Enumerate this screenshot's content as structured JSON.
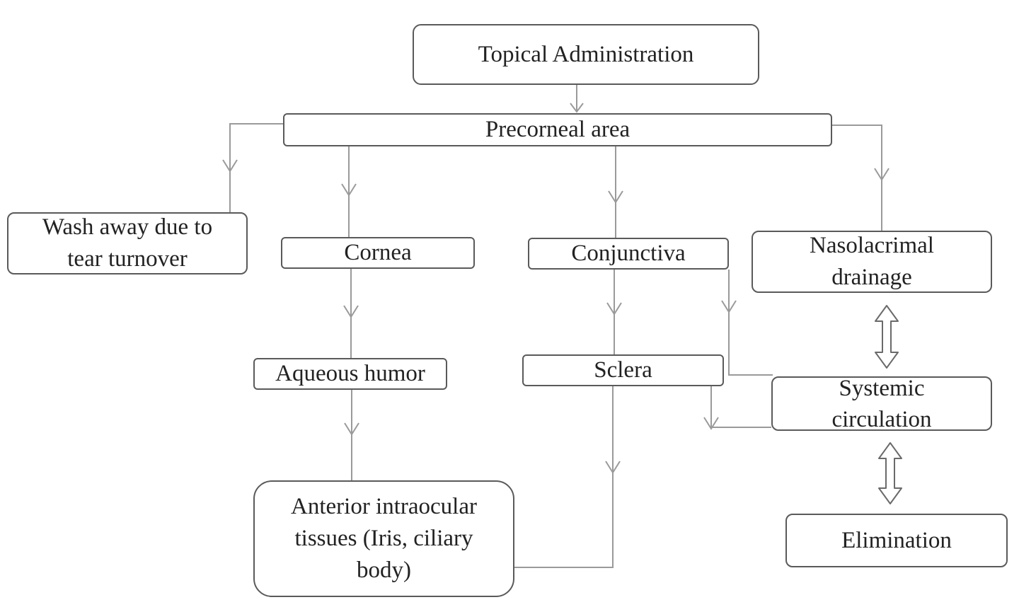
{
  "diagram": {
    "nodes": {
      "topical": {
        "label": "Topical Administration"
      },
      "precorneal": {
        "label": "Precorneal area"
      },
      "wash": {
        "label": "Wash away due to\ntear turnover"
      },
      "cornea": {
        "label": "Cornea"
      },
      "conjunctiva": {
        "label": "Conjunctiva"
      },
      "nasolacrimal": {
        "label": "Nasolacrimal\ndrainage"
      },
      "aqueous": {
        "label": "Aqueous humor"
      },
      "sclera": {
        "label": "Sclera"
      },
      "systemic": {
        "label": "Systemic\ncirculation"
      },
      "anterior": {
        "label": "Anterior intraocular\ntissues (Iris, ciliary\nbody)"
      },
      "elimination": {
        "label": "Elimination"
      }
    },
    "colors": {
      "connector": "#9a9a9a",
      "border": "#5a5a5a",
      "text": "#222222"
    }
  }
}
